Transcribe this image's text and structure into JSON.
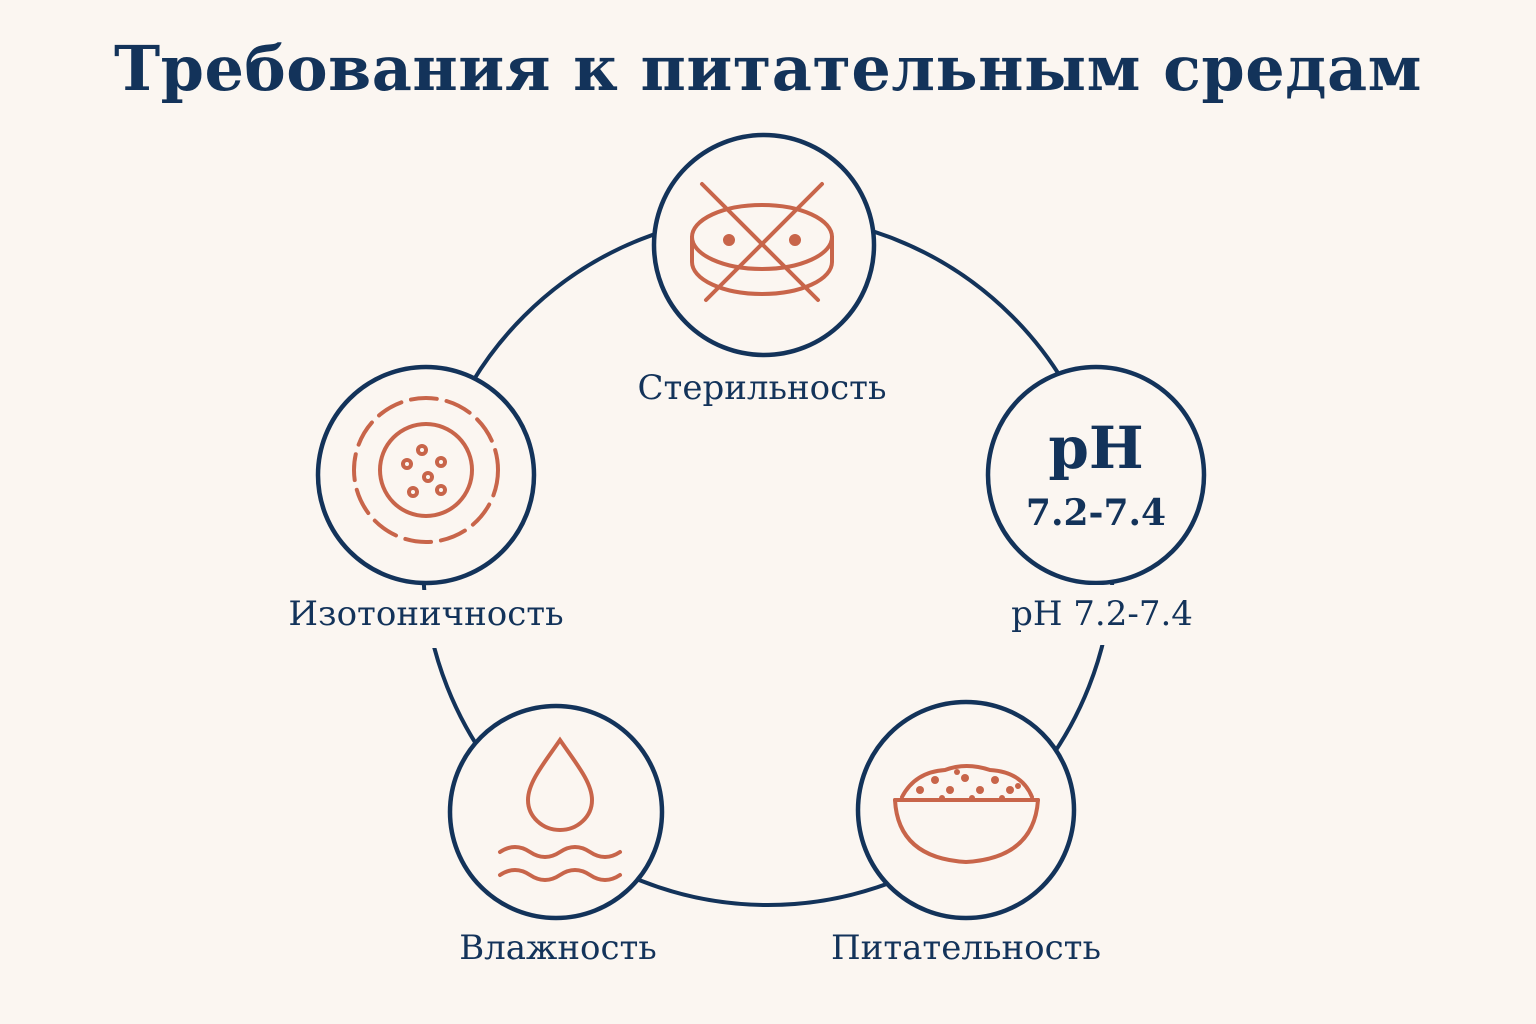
{
  "title": "Требования к питательным средам",
  "colors": {
    "navy": "#13335a",
    "accent": "#c8654a",
    "background": "#fbf6f1"
  },
  "nodes": {
    "sterility": {
      "label": "Стерильность",
      "icon": "crossed-out-petri-dish-icon"
    },
    "ph": {
      "badge_main": "pH",
      "badge_range": "7.2-7.4",
      "label": "pH 7.2-7.4"
    },
    "nutrition": {
      "label": "Питательность",
      "icon": "bowl-with-grains-icon"
    },
    "moisture": {
      "label": "Влажность",
      "icon": "water-drop-waves-icon"
    },
    "isotonicity": {
      "label": "Изотоничность",
      "icon": "cell-with-dashed-membrane-icon"
    }
  }
}
